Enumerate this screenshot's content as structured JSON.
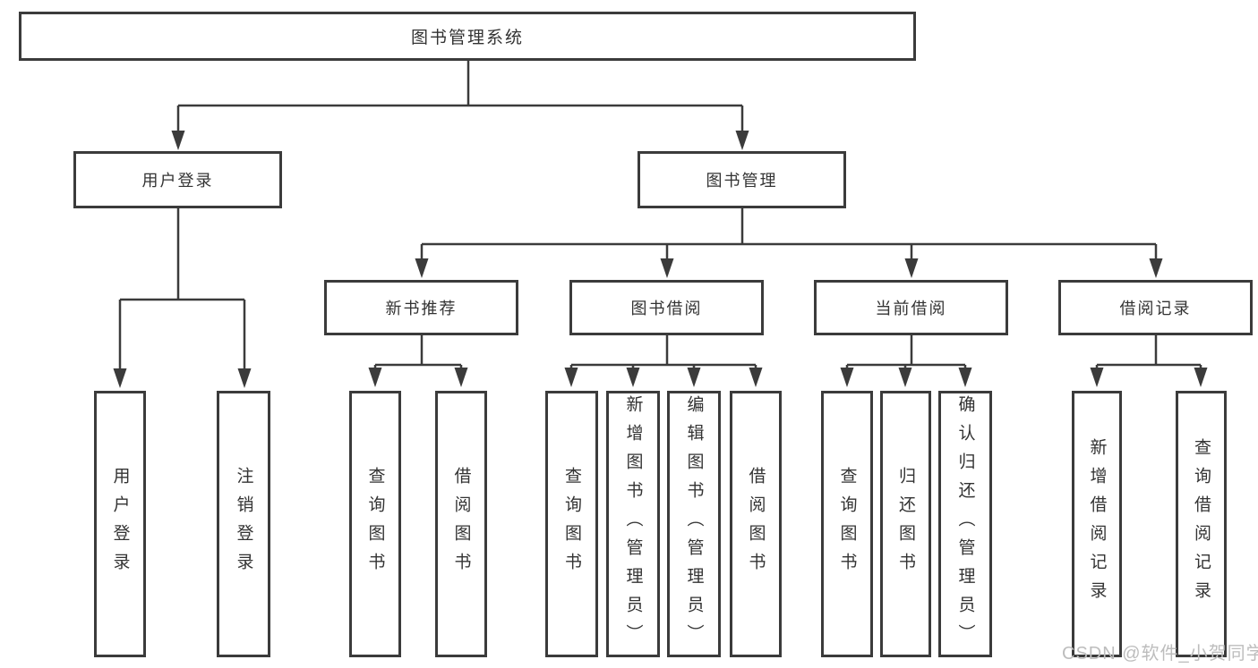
{
  "colors": {
    "line": "#3b3b3b",
    "box_border": "#3b3b3b",
    "text": "#333333",
    "watermark": "#bdbdbd",
    "background": "#ffffff"
  },
  "tree": {
    "root": "图书管理系统",
    "login": {
      "label": "用户登录",
      "children": [
        "用户登录",
        "注销登录"
      ]
    },
    "management": {
      "label": "图书管理",
      "sections": [
        {
          "label": "新书推荐",
          "children": [
            "查询图书",
            "借阅图书"
          ]
        },
        {
          "label": "图书借阅",
          "children": [
            "查询图书",
            "新增图书（管理员）",
            "编辑图书（管理员）",
            "借阅图书"
          ]
        },
        {
          "label": "当前借阅",
          "children": [
            "查询图书",
            "归还图书",
            "确认归还（管理员）"
          ]
        },
        {
          "label": "借阅记录",
          "children": [
            "新增借阅记录",
            "查询借阅记录"
          ]
        }
      ]
    }
  },
  "watermark": "CSDN @软件_小贺同学"
}
